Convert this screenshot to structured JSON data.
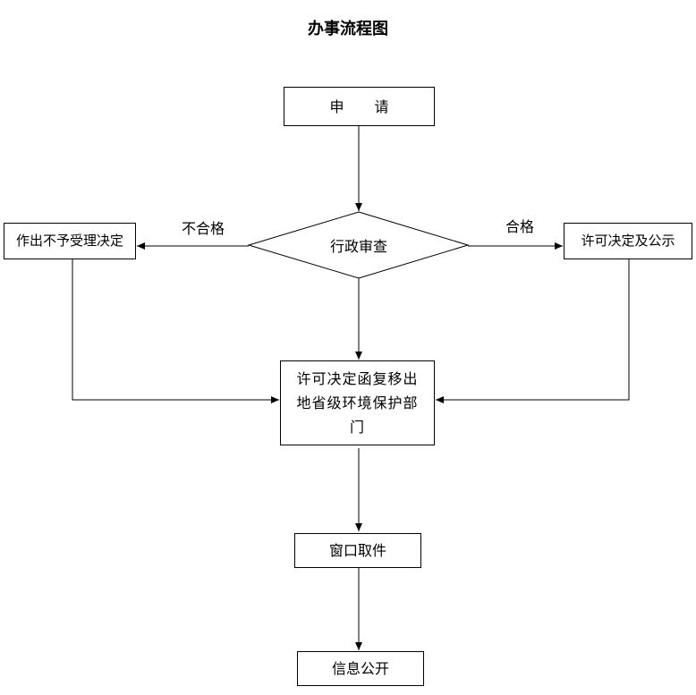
{
  "title": "办事流程图",
  "nodes": {
    "apply": "申请",
    "review": "行政审查",
    "reject": "作出不予受理决定",
    "approve": "许可决定及公示",
    "transfer": "许可决定函复移出地省级环境保护部门",
    "pickup": "窗口取件",
    "publish": "信息公开"
  },
  "edges": {
    "fail_label": "不合格",
    "pass_label": "合格"
  }
}
